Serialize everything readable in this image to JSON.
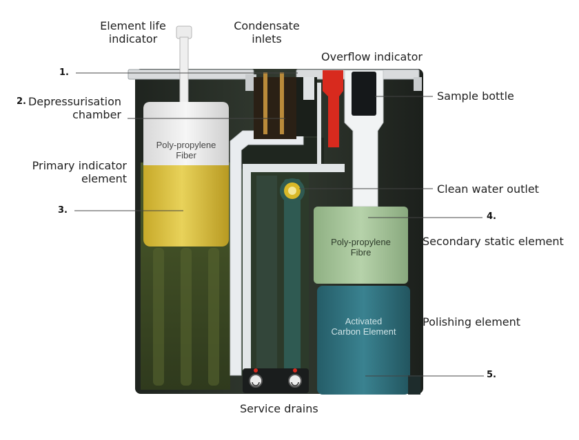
{
  "labels": {
    "element_life_indicator": [
      "Element life",
      "indicator"
    ],
    "condensate_inlets": [
      "Condensate",
      "inlets"
    ],
    "overflow_indicator": "Overflow indicator",
    "sample_bottle": "Sample bottle",
    "depressurisation_chamber": [
      "Depressurisation",
      "chamber"
    ],
    "primary_indicator_element": [
      "Primary indicator",
      "element"
    ],
    "clean_water_outlet": "Clean water outlet",
    "secondary_static_element": "Secondary static element",
    "polishing_element": "Polishing element",
    "service_drains": "Service drains"
  },
  "numbers": {
    "n1": "1.",
    "n2": "2.",
    "n3": "3.",
    "n4": "4.",
    "n5": "5."
  },
  "elements": {
    "primary": [
      "Poly-propylene",
      "Fiber"
    ],
    "secondary": [
      "Poly-propylene",
      "Fibre"
    ],
    "carbon": [
      "Activated",
      "Carbon Element"
    ]
  },
  "colors": {
    "housing": "#2b2f2b",
    "water_dark": "#3d4a26",
    "primary_fill": "#d9c13a",
    "secondary_fill": "#a7c59a",
    "carbon_fill": "#2f6f7b",
    "red_indicator": "#d82a1e"
  }
}
